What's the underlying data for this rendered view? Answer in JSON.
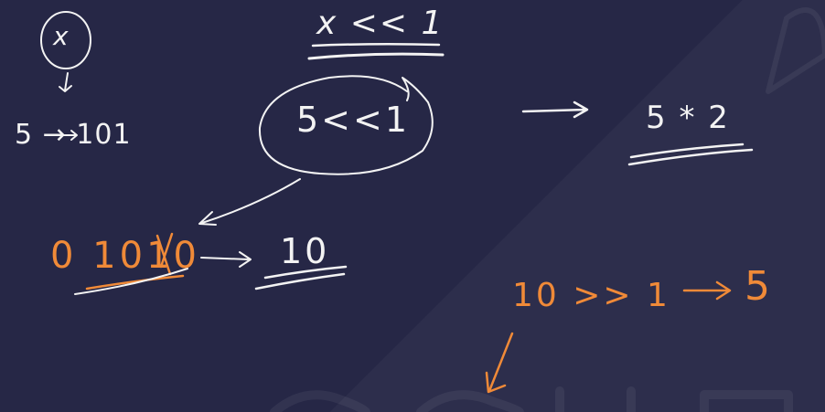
{
  "board": {
    "background": "#262746",
    "ink_white": "#f3f3f3",
    "ink_orange": "#f08a38",
    "variable": "x",
    "five_binary": "5 → 101",
    "header_expr": "x << 1",
    "circled_expr": "5<<1",
    "result_expr": "5 * 2",
    "shifted_bits": "0 1010",
    "shifted_value": "10",
    "right_shift_expr": "10 >> 1",
    "right_shift_result": "5"
  }
}
